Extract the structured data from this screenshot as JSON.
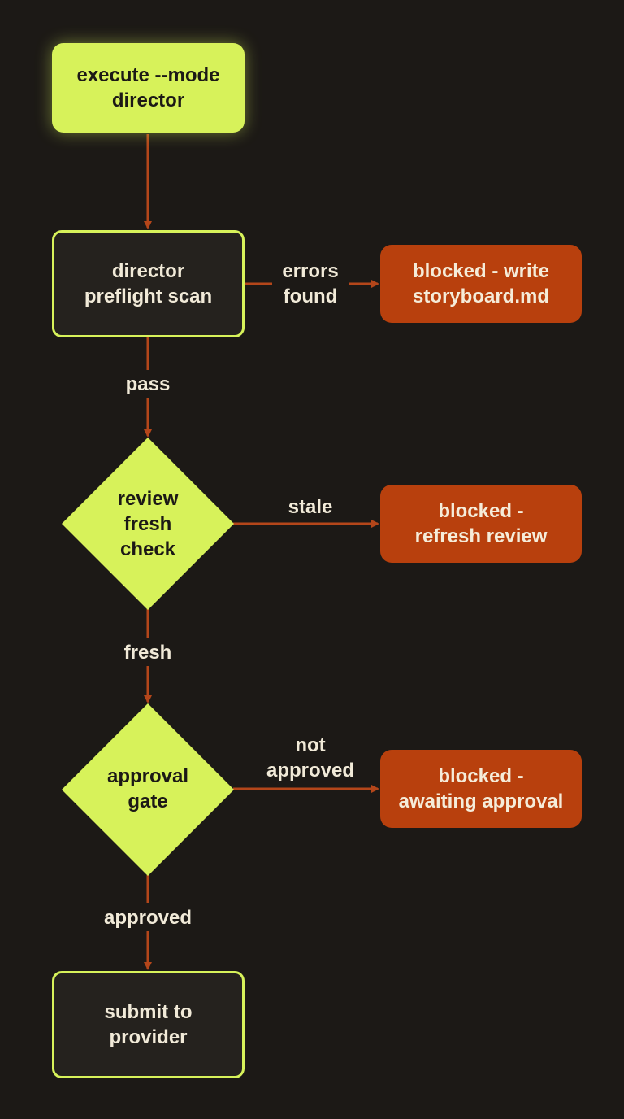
{
  "colors": {
    "background": "#1c1916",
    "accent_lime": "#d7f25a",
    "blocked_orange": "#b8400d",
    "edge": "#b4461a",
    "text_light": "#f1ead8",
    "text_dark": "#1c1916"
  },
  "nodes": {
    "start": {
      "label": "execute --mode\ndirector"
    },
    "preflight": {
      "label": "director\npreflight scan"
    },
    "blocked_storyboard": {
      "label": "blocked - write\nstoryboard.md"
    },
    "review_check": {
      "label": "review\nfresh\ncheck"
    },
    "blocked_refresh": {
      "label": "blocked -\nrefresh review"
    },
    "approval_gate": {
      "label": "approval\ngate"
    },
    "blocked_approval": {
      "label": "blocked -\nawaiting approval"
    },
    "submit": {
      "label": "submit to\nprovider"
    }
  },
  "edges": {
    "errors_found": {
      "label": "errors\nfound"
    },
    "pass": {
      "label": "pass"
    },
    "stale": {
      "label": "stale"
    },
    "fresh": {
      "label": "fresh"
    },
    "not_approved": {
      "label": "not\napproved"
    },
    "approved": {
      "label": "approved"
    }
  }
}
